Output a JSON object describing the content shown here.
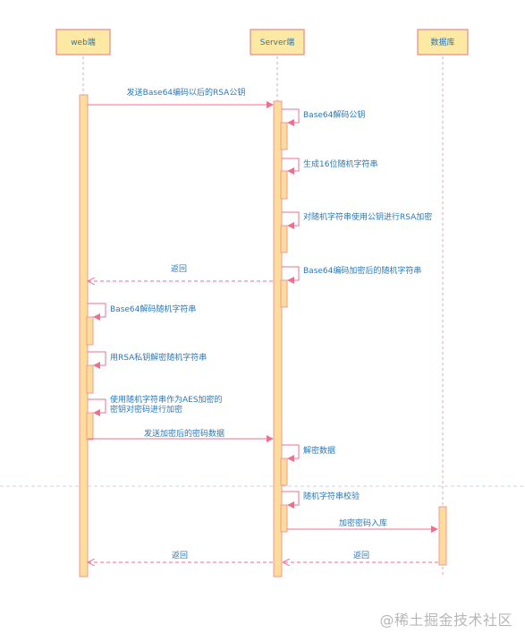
{
  "participants": [
    {
      "id": "web",
      "label": "web端"
    },
    {
      "id": "server",
      "label": "Server端"
    },
    {
      "id": "db",
      "label": "数据库"
    }
  ],
  "messages": [
    {
      "id": "m1",
      "from": "web",
      "to": "server",
      "kind": "sync",
      "text": "发送Base64编码以后的RSA公钥"
    },
    {
      "id": "m2",
      "from": "server",
      "to": "server",
      "kind": "self",
      "text": "Base64解码公钥"
    },
    {
      "id": "m3",
      "from": "server",
      "to": "server",
      "kind": "self",
      "text": "生成16位随机字符串"
    },
    {
      "id": "m4",
      "from": "server",
      "to": "server",
      "kind": "self",
      "text": "对随机字符串使用公钥进行RSA加密"
    },
    {
      "id": "m5",
      "from": "server",
      "to": "server",
      "kind": "self",
      "text": "Base64编码加密后的随机字符串"
    },
    {
      "id": "m6",
      "from": "server",
      "to": "web",
      "kind": "return",
      "text": "返回"
    },
    {
      "id": "m7",
      "from": "web",
      "to": "web",
      "kind": "self",
      "text": "Base64解码随机字符串"
    },
    {
      "id": "m8",
      "from": "web",
      "to": "web",
      "kind": "self",
      "text": "用RSA私钥解密随机字符串"
    },
    {
      "id": "m9",
      "from": "web",
      "to": "web",
      "kind": "self",
      "text": "使用随机字符串作为AES加密的 密钥对密码进行加密"
    },
    {
      "id": "m10",
      "from": "web",
      "to": "server",
      "kind": "sync",
      "text": "发送加密后的密码数据"
    },
    {
      "id": "m11",
      "from": "server",
      "to": "server",
      "kind": "self",
      "text": "解密数据"
    },
    {
      "id": "m12",
      "from": "server",
      "to": "server",
      "kind": "self",
      "text": "随机字符串校验"
    },
    {
      "id": "m13",
      "from": "server",
      "to": "db",
      "kind": "sync",
      "text": "加密密码入库"
    },
    {
      "id": "m14",
      "from": "db",
      "to": "server",
      "kind": "return",
      "text": "返回"
    },
    {
      "id": "m15",
      "from": "server",
      "to": "web",
      "kind": "return",
      "text": "返回"
    }
  ],
  "watermark": "@稀土掘金技术社区",
  "colors": {
    "box_fill": "#fde9a3",
    "box_stroke": "#e58a8a",
    "activation_fill": "#fbdc9b",
    "activation_stroke": "#f29a9a",
    "arrow": "#ef6f8e",
    "label_text": "#2b77b5",
    "lifeline": "#e9a0b4",
    "separator": "#c5d3e0"
  }
}
